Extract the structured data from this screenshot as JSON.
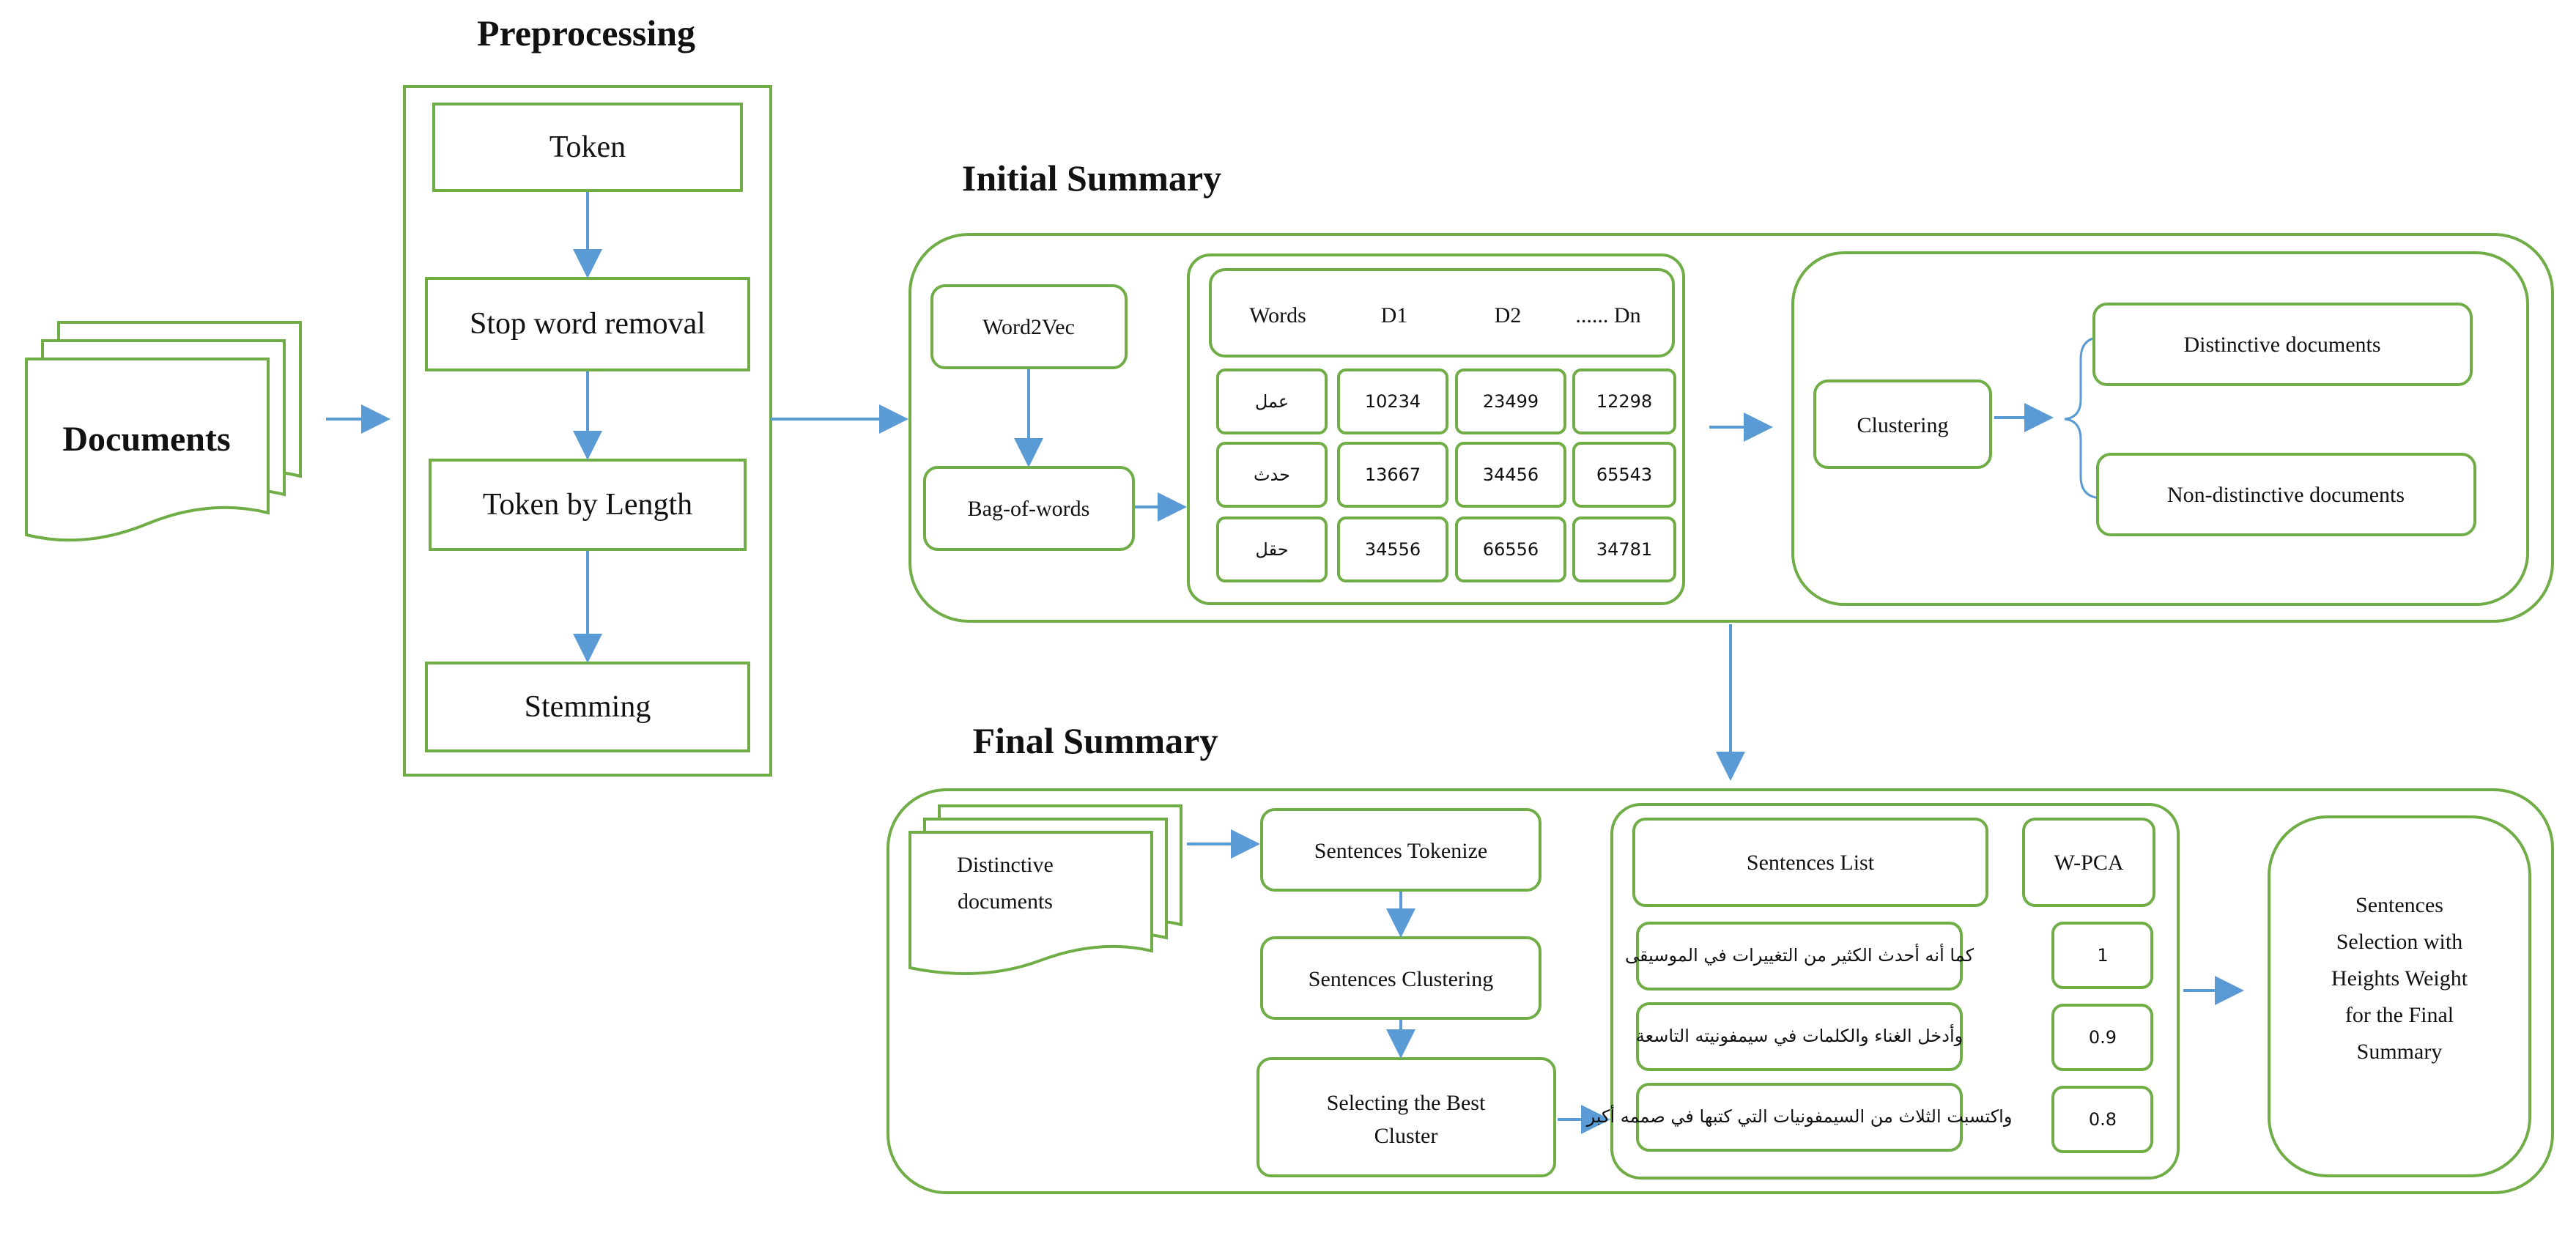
{
  "preprocessing": {
    "title": "Preprocessing",
    "steps": [
      "Token",
      "Stop word removal",
      "Token by Length",
      "Stemming"
    ]
  },
  "documents_label": "Documents",
  "initial_summary": {
    "title": "Initial Summary",
    "word2vec": "Word2Vec",
    "bag_of_words": "Bag-of-words",
    "matrix_header": [
      "Words",
      "D1",
      "D2",
      "...... Dn"
    ],
    "matrix_rows": [
      [
        "عمل",
        "10234",
        "23499",
        "12298"
      ],
      [
        "حدث",
        "13667",
        "34456",
        "65543"
      ],
      [
        "حقل",
        "34556",
        "66556",
        "34781"
      ]
    ],
    "clustering": "Clustering",
    "distinctive": "Distinctive documents",
    "non_distinctive": "Non-distinctive documents"
  },
  "final_summary": {
    "title": "Final Summary",
    "distinctive_docs": [
      "Distinctive",
      "documents"
    ],
    "sentences_tokenize": "Sentences Tokenize",
    "sentences_clustering": "Sentences Clustering",
    "selecting_best": [
      "Selecting the Best",
      "Cluster"
    ],
    "sentences_list_header": "Sentences List",
    "wpca_header": "W-PCA",
    "sentences": [
      "كما أنه أحدث الكثير من التغييرات في الموسيقى",
      "وأدخل الغناء والكلمات في سيمفونيته التاسعة",
      "واكتسبت الثلاث من السيمفونيات التي كتبها في صممه أكبر"
    ],
    "weights": [
      "1",
      "0.9",
      "0.8"
    ],
    "selection": [
      "Sentences",
      "Selection with",
      "Heights Weight",
      "for the Final",
      "Summary"
    ]
  },
  "colors": {
    "box_stroke": "#70ad47",
    "arrow": "#5b9bd5"
  }
}
